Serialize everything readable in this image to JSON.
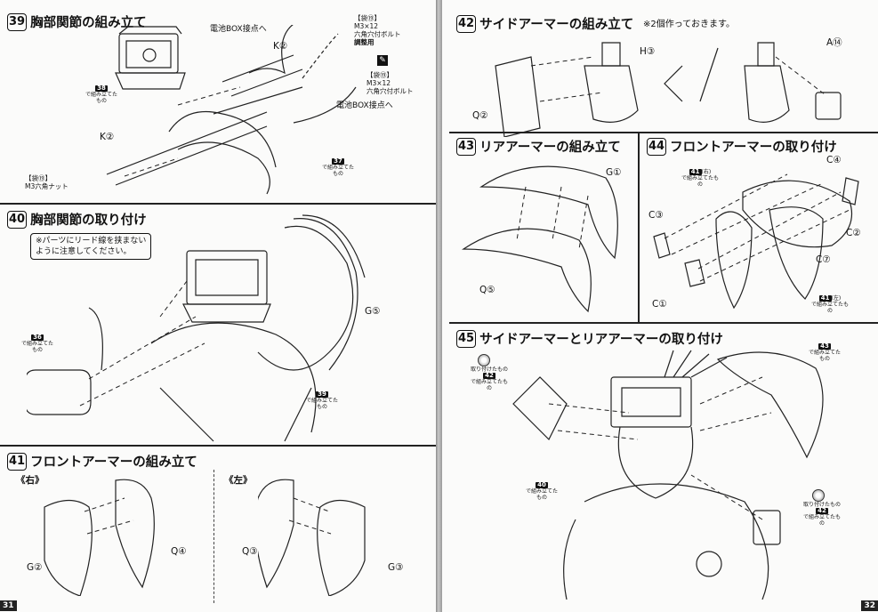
{
  "left_page": {
    "page_number": "31",
    "step39": {
      "number": "39",
      "title": "胸部関節の組み立て",
      "callout_battery_1": "電池BOX接点へ",
      "callout_battery_2": "電池BOX接点へ",
      "bag_bolt_a": "【袋⑲】",
      "bag_bolt_a_spec": "M3×12",
      "bag_bolt_a_type": "六角穴付ボルト",
      "adjust_label": "調整用",
      "bag_bolt_b": "【袋⑲】",
      "bag_bolt_b_spec": "M3×12",
      "bag_bolt_b_type": "六角穴付ボルト",
      "bag_nut": "【袋⑲】",
      "bag_nut_spec": "M3六角ナット",
      "part_k2_top": "K②",
      "part_k2_left": "K②",
      "ref38_num": "38",
      "ref38_text": "で組み立てたもの",
      "ref37_num": "37",
      "ref37_text": "で組み立てたもの"
    },
    "step40": {
      "number": "40",
      "title": "胸部関節の取り付け",
      "note": "※パーツにリード線を挟まない\nように注意してください。",
      "part_g5": "G⑤",
      "ref36_num": "36",
      "ref36_text": "で組み立てたもの",
      "ref39_num": "39",
      "ref39_text": "で組み立てたもの"
    },
    "step41": {
      "number": "41",
      "title": "フロントアーマーの組み立て",
      "right_label": "《右》",
      "left_label": "《左》",
      "part_q4": "Q④",
      "part_g2": "G②",
      "part_q3": "Q③",
      "part_g3": "G③"
    }
  },
  "right_page": {
    "page_number": "32",
    "step42": {
      "number": "42",
      "title": "サイドアーマーの組み立て",
      "note": "※2個作っておきます。",
      "part_h3": "H③",
      "part_a14": "A⑭",
      "part_q2": "Q②"
    },
    "step43": {
      "number": "43",
      "title": "リアアーマーの組み立て",
      "part_g1": "G①",
      "part_q5": "Q⑤"
    },
    "step44": {
      "number": "44",
      "title": "フロントアーマーの取り付け",
      "ref41r_num": "41",
      "ref41r_side": "(右)",
      "ref41r_text": "で組み立てたもの",
      "ref41l_num": "41",
      "ref41l_side": "(左)",
      "ref41l_text": "で組み立てたもの",
      "part_c4": "C④",
      "part_c3": "C③",
      "part_c2": "C②",
      "part_c7": "C⑦",
      "part_c1": "C①"
    },
    "step45": {
      "number": "45",
      "title": "サイドアーマーとリアアーマーの取り付け",
      "ref42a_num": "42",
      "ref42a_text": "で組み立てたもの",
      "ref42a_pre": "取り付けたもの",
      "ref43_num": "43",
      "ref43_text": "で組み立てたもの",
      "ref40_num": "40",
      "ref40_text": "で組み立てたもの",
      "ref42b_num": "42",
      "ref42b_text": "で組み立てたもの",
      "ref42b_pre": "取り付けたもの"
    }
  }
}
